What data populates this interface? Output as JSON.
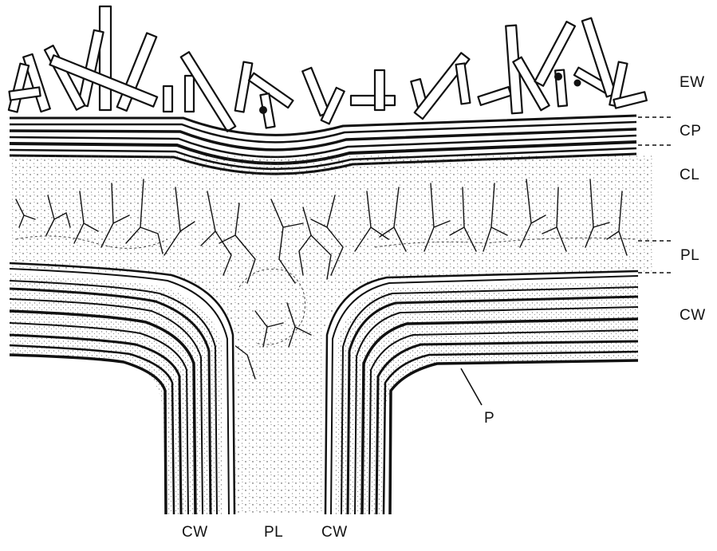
{
  "labels": {
    "ew": "EW",
    "cp": "CP",
    "cl": "CL",
    "pl_right": "PL",
    "cw_right": "CW",
    "p": "P",
    "cw_bottom_left": "CW",
    "pl_bottom": "PL",
    "cw_bottom_right": "CW"
  },
  "colors": {
    "ink": "#111111",
    "paper": "#ffffff"
  }
}
